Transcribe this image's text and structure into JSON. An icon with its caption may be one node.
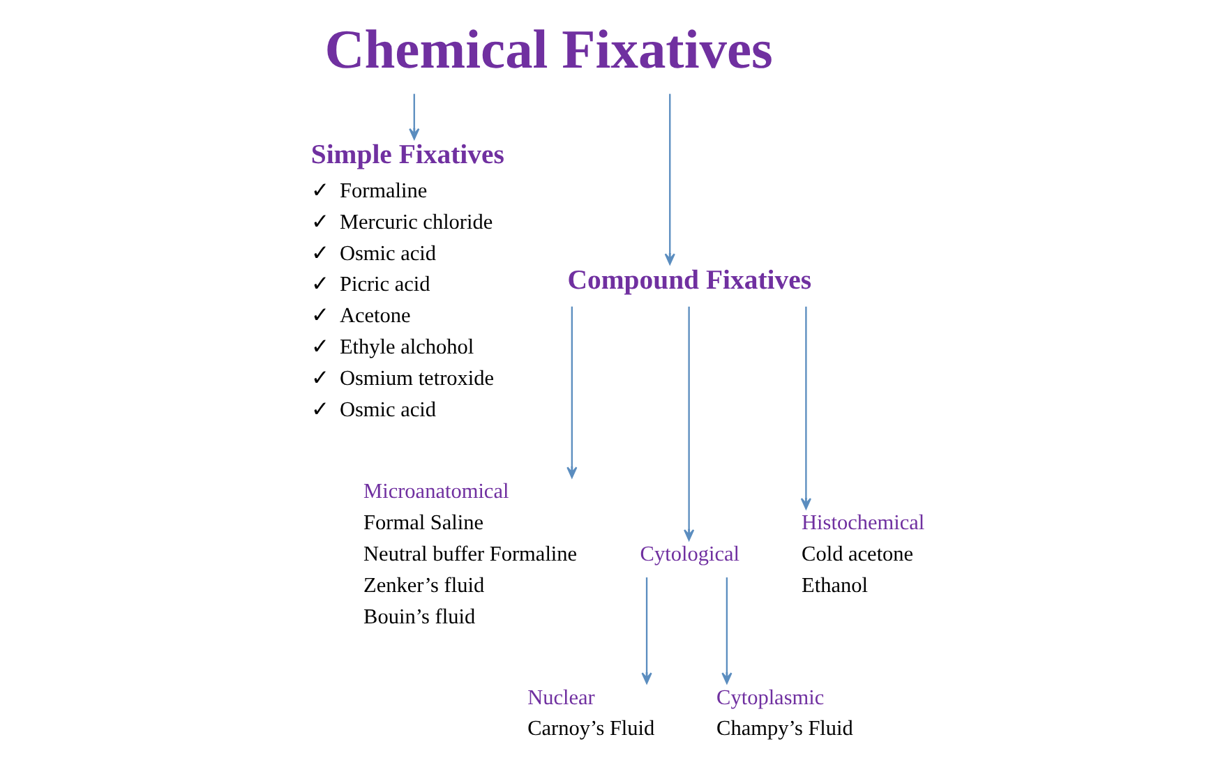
{
  "diagram": {
    "nodes": [
      {
        "text": [
          "Chemical Fixatives"
        ]
      },
      {
        "text": [
          "Simple Fixatives",
          "✓  Formaline",
          "✓  Mercuric chloride",
          "✓  Osmic acid",
          "✓  Picric acid",
          "✓  Acetone",
          "✓  Ethyle alchohol",
          "✓  Osmium tetroxide",
          "✓  Osmic acid"
        ]
      },
      {
        "text": [
          "Compound Fixatives"
        ]
      },
      {
        "text": [
          "Microanatomical",
          "Formal Saline",
          "Neutral buffer Formaline",
          "Zenker’s fluid",
          "Bouin’s fluid"
        ]
      },
      {
        "text": [
          "Cytological"
        ]
      },
      {
        "text": [
          "Histochemical",
          "Cold acetone",
          "Ethanol"
        ]
      },
      {
        "text": [
          "Nuclear",
          "Carnoy’s Fluid"
        ]
      },
      {
        "text": [
          "Cytoplasmic",
          "Champy’s Fluid"
        ]
      }
    ],
    "edges": [
      {
        "from": 0,
        "to": 1,
        "arrow": "to"
      },
      {
        "from": 0,
        "to": 2,
        "arrow": "to"
      },
      {
        "from": 2,
        "to": 3,
        "arrow": "to"
      },
      {
        "from": 2,
        "to": 4,
        "arrow": "to"
      },
      {
        "from": 2,
        "to": 5,
        "arrow": "to"
      },
      {
        "from": 4,
        "to": 6,
        "arrow": "to"
      },
      {
        "from": 4,
        "to": 7,
        "arrow": "to"
      }
    ]
  }
}
